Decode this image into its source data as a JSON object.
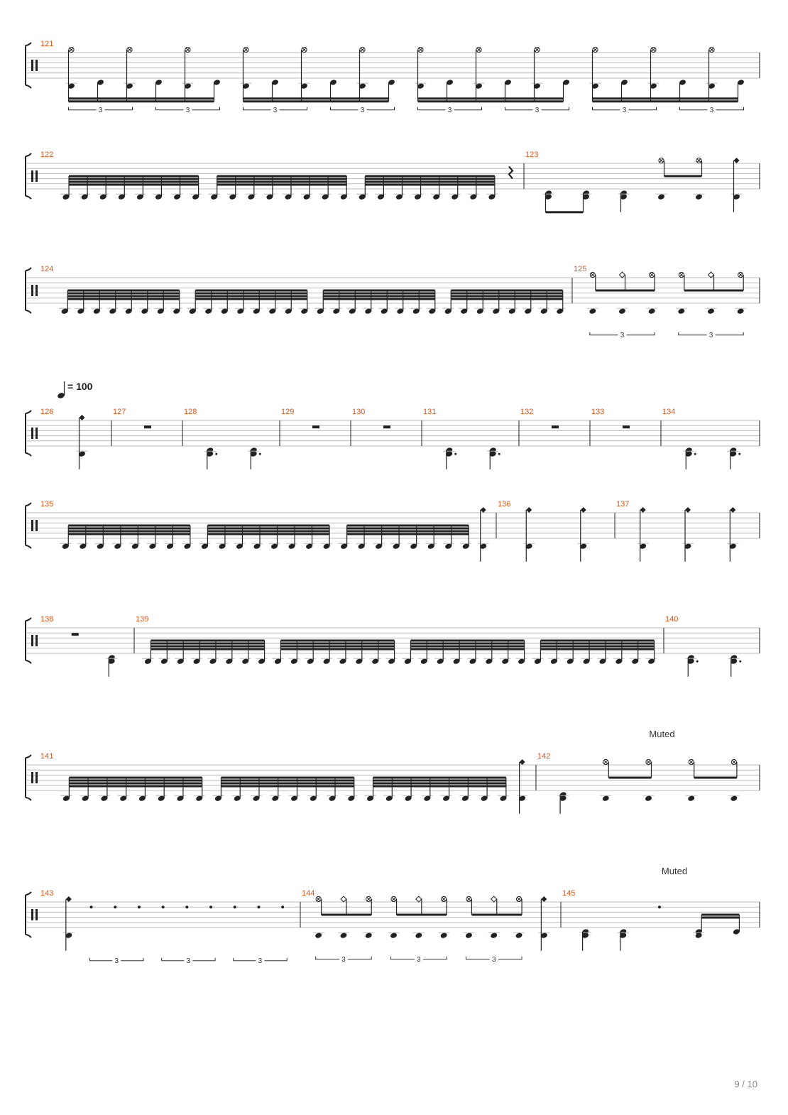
{
  "page_number": "9 / 10",
  "tempo": {
    "value": "= 100",
    "note_icon": "half-note-icon"
  },
  "colors": {
    "measure_number": "#e2551b",
    "staff_line": "#bbbbbb",
    "ink": "#222222"
  },
  "systems": [
    {
      "measures": [
        {
          "number": "121",
          "groups": [
            {
              "pattern": "triplet16",
              "count": 6,
              "triplets": [
                "3",
                "3"
              ]
            },
            {
              "pattern": "triplet16",
              "count": 6,
              "triplets": [
                "3",
                "3"
              ]
            },
            {
              "pattern": "triplet16",
              "count": 6,
              "triplets": [
                "3",
                "3"
              ]
            },
            {
              "pattern": "triplet16",
              "count": 6,
              "triplets": [
                "3",
                "3"
              ]
            }
          ]
        }
      ]
    },
    {
      "measures": [
        {
          "number": "122",
          "groups": [
            {
              "pattern": "roll32",
              "count": 8
            },
            {
              "pattern": "roll32",
              "count": 8
            },
            {
              "pattern": "roll32",
              "count": 8
            },
            {
              "pattern": "quarter-rest",
              "count": 1
            }
          ]
        },
        {
          "number": "123",
          "groups": [
            {
              "pattern": "eighths",
              "count": 2
            },
            {
              "pattern": "quarter",
              "count": 1
            },
            {
              "pattern": "eighths-up",
              "count": 2
            },
            {
              "pattern": "quarter-cym",
              "count": 1
            }
          ]
        }
      ]
    },
    {
      "measures": [
        {
          "number": "124",
          "groups": [
            {
              "pattern": "roll32",
              "count": 8
            },
            {
              "pattern": "roll32",
              "count": 8
            },
            {
              "pattern": "roll32",
              "count": 8
            },
            {
              "pattern": "roll32",
              "count": 8
            }
          ]
        },
        {
          "number": "125",
          "groups": [
            {
              "pattern": "triplet8",
              "count": 3,
              "triplets": [
                "3"
              ]
            },
            {
              "pattern": "triplet8",
              "count": 3,
              "triplets": [
                "3"
              ]
            }
          ]
        }
      ]
    },
    {
      "measures": [
        {
          "number": "126",
          "groups": [
            {
              "pattern": "quarter-cym",
              "count": 1
            }
          ]
        },
        {
          "number": "127",
          "groups": [
            {
              "pattern": "half-rest",
              "count": 1
            }
          ]
        },
        {
          "number": "128",
          "groups": [
            {
              "pattern": "quarter-dot",
              "count": 2
            }
          ]
        },
        {
          "number": "129",
          "groups": [
            {
              "pattern": "half-rest",
              "count": 1
            }
          ]
        },
        {
          "number": "130",
          "groups": [
            {
              "pattern": "half-rest",
              "count": 1
            }
          ]
        },
        {
          "number": "131",
          "groups": [
            {
              "pattern": "quarter-dot",
              "count": 2
            }
          ]
        },
        {
          "number": "132",
          "groups": [
            {
              "pattern": "half-rest",
              "count": 1
            }
          ]
        },
        {
          "number": "133",
          "groups": [
            {
              "pattern": "half-rest",
              "count": 1
            }
          ]
        },
        {
          "number": "134",
          "groups": [
            {
              "pattern": "quarter-dot",
              "count": 2
            }
          ]
        }
      ]
    },
    {
      "measures": [
        {
          "number": "135",
          "groups": [
            {
              "pattern": "roll32",
              "count": 8
            },
            {
              "pattern": "roll32",
              "count": 8
            },
            {
              "pattern": "roll32",
              "count": 8
            },
            {
              "pattern": "quarter-cym",
              "count": 1
            }
          ]
        },
        {
          "number": "136",
          "groups": [
            {
              "pattern": "quarter-cym",
              "count": 2
            }
          ]
        },
        {
          "number": "137",
          "groups": [
            {
              "pattern": "quarter-cym",
              "count": 3
            }
          ]
        }
      ]
    },
    {
      "measures": [
        {
          "number": "138",
          "groups": [
            {
              "pattern": "half-rest",
              "count": 1
            },
            {
              "pattern": "quarter",
              "count": 1
            }
          ]
        },
        {
          "number": "139",
          "groups": [
            {
              "pattern": "roll32",
              "count": 8
            },
            {
              "pattern": "roll32",
              "count": 8
            },
            {
              "pattern": "roll32",
              "count": 8
            },
            {
              "pattern": "roll32",
              "count": 8
            }
          ]
        },
        {
          "number": "140",
          "groups": [
            {
              "pattern": "quarter-dot",
              "count": 2
            }
          ]
        }
      ]
    },
    {
      "label": "Muted",
      "label_measure": 1,
      "measures": [
        {
          "number": "141",
          "groups": [
            {
              "pattern": "roll32",
              "count": 8
            },
            {
              "pattern": "roll32",
              "count": 8
            },
            {
              "pattern": "roll32",
              "count": 8
            },
            {
              "pattern": "quarter-cym",
              "count": 1
            }
          ]
        },
        {
          "number": "142",
          "groups": [
            {
              "pattern": "quarter",
              "count": 1
            },
            {
              "pattern": "eighths-up",
              "count": 2
            },
            {
              "pattern": "eighths-up",
              "count": 2
            }
          ]
        }
      ]
    },
    {
      "label": "Muted",
      "label_measure": 2,
      "measures": [
        {
          "number": "143",
          "groups": [
            {
              "pattern": "quarter-cym",
              "count": 1
            },
            {
              "pattern": "rests8",
              "count": 9,
              "triplets": [
                "3",
                "3",
                "3"
              ]
            }
          ]
        },
        {
          "number": "144",
          "groups": [
            {
              "pattern": "triplet8-up",
              "count": 3,
              "triplets": [
                "3"
              ]
            },
            {
              "pattern": "triplet8-up",
              "count": 3,
              "triplets": [
                "3"
              ]
            },
            {
              "pattern": "triplet8-up",
              "count": 3,
              "triplets": [
                "3"
              ]
            },
            {
              "pattern": "quarter-cym",
              "count": 1
            }
          ]
        },
        {
          "number": "145",
          "groups": [
            {
              "pattern": "quarter",
              "count": 1
            },
            {
              "pattern": "eighth-flag",
              "count": 1
            },
            {
              "pattern": "rests8",
              "count": 1
            },
            {
              "pattern": "sixteenths",
              "count": 2
            }
          ]
        }
      ]
    }
  ]
}
